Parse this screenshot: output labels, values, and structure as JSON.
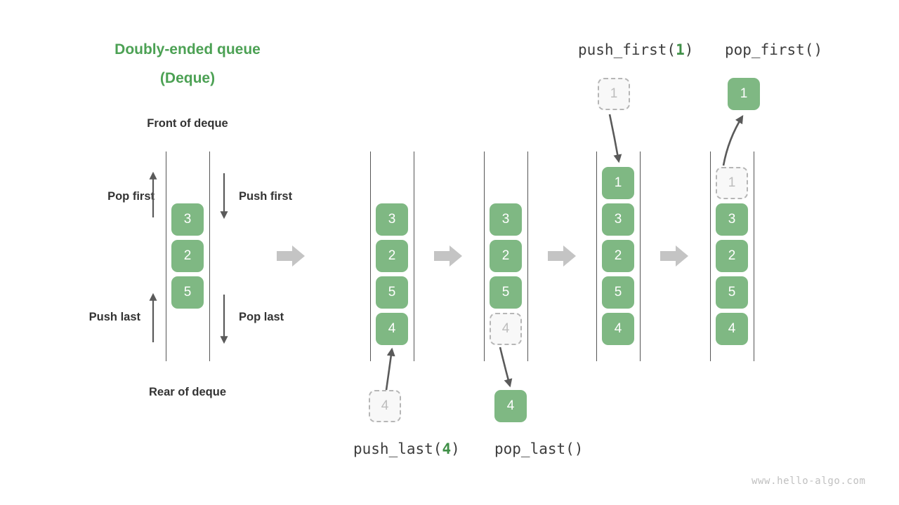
{
  "title": {
    "line1": "Doubly-ended queue",
    "line2": "(Deque)",
    "color": "#4ca154"
  },
  "labels": {
    "front": "Front of deque",
    "rear": "Rear of deque",
    "pop_first": "Pop first",
    "push_first": "Push first",
    "push_last": "Push last",
    "pop_last": "Pop last"
  },
  "operations": {
    "push_last": {
      "name": "push_last(",
      "arg": "4",
      "close": ")"
    },
    "pop_last": {
      "name": "pop_last(",
      "arg": "",
      "close": ")"
    },
    "push_first": {
      "name": "push_first(",
      "arg": "1",
      "close": ")"
    },
    "pop_first": {
      "name": "pop_first(",
      "arg": "",
      "close": ")"
    }
  },
  "colors": {
    "cell_fill": "#7fb883",
    "cell_text": "#ffffff",
    "ghost_fill": "#f8f8f8",
    "ghost_border": "#b6b6b6",
    "ghost_text": "#bdbdbd",
    "rail": "#555555",
    "arrow_gray": "#c4c4c4",
    "thin_arrow": "#5a5a5a",
    "accent_green": "#3f8f47"
  },
  "stages": [
    {
      "id": "initial",
      "cells": [
        {
          "value": "3",
          "state": "filled"
        },
        {
          "value": "2",
          "state": "filled"
        },
        {
          "value": "5",
          "state": "filled"
        }
      ]
    },
    {
      "id": "after-push-last",
      "cells": [
        {
          "value": "3",
          "state": "filled"
        },
        {
          "value": "2",
          "state": "filled"
        },
        {
          "value": "5",
          "state": "filled"
        },
        {
          "value": "4",
          "state": "filled"
        }
      ],
      "floating": {
        "value": "4",
        "state": "ghost"
      }
    },
    {
      "id": "after-pop-last",
      "cells": [
        {
          "value": "3",
          "state": "filled"
        },
        {
          "value": "2",
          "state": "filled"
        },
        {
          "value": "5",
          "state": "filled"
        },
        {
          "value": "4",
          "state": "ghost"
        }
      ],
      "floating": {
        "value": "4",
        "state": "filled"
      }
    },
    {
      "id": "after-push-first",
      "cells": [
        {
          "value": "1",
          "state": "filled"
        },
        {
          "value": "3",
          "state": "filled"
        },
        {
          "value": "2",
          "state": "filled"
        },
        {
          "value": "5",
          "state": "filled"
        },
        {
          "value": "4",
          "state": "filled"
        }
      ],
      "floating": {
        "value": "1",
        "state": "ghost"
      }
    },
    {
      "id": "after-pop-first",
      "cells": [
        {
          "value": "1",
          "state": "ghost"
        },
        {
          "value": "3",
          "state": "filled"
        },
        {
          "value": "2",
          "state": "filled"
        },
        {
          "value": "5",
          "state": "filled"
        },
        {
          "value": "4",
          "state": "filled"
        }
      ],
      "floating": {
        "value": "1",
        "state": "filled"
      }
    }
  ],
  "watermark": "www.hello-algo.com"
}
